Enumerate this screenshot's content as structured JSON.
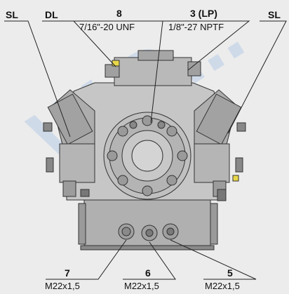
{
  "labels": {
    "sl_left": "SL",
    "dl": "DL",
    "port_8": "8",
    "port_8_spec": "7/16\"-20 UNF",
    "port_3": "3 (LP)",
    "port_3_spec": "1/8\"-27 NPTF",
    "sl_right": "SL",
    "port_7": "7",
    "port_7_spec": "M22x1,5",
    "port_6": "6",
    "port_6_spec": "M22x1,5",
    "port_5": "5",
    "port_5_spec": "M22x1,5"
  },
  "watermark": "W.D...",
  "colors": {
    "background": "#ececec",
    "metal_light": "#c9c9c9",
    "metal_mid": "#a8a8a8",
    "metal_dark": "#7a7a7a",
    "outline": "#333333",
    "accent_yellow": "#e8d84a"
  }
}
